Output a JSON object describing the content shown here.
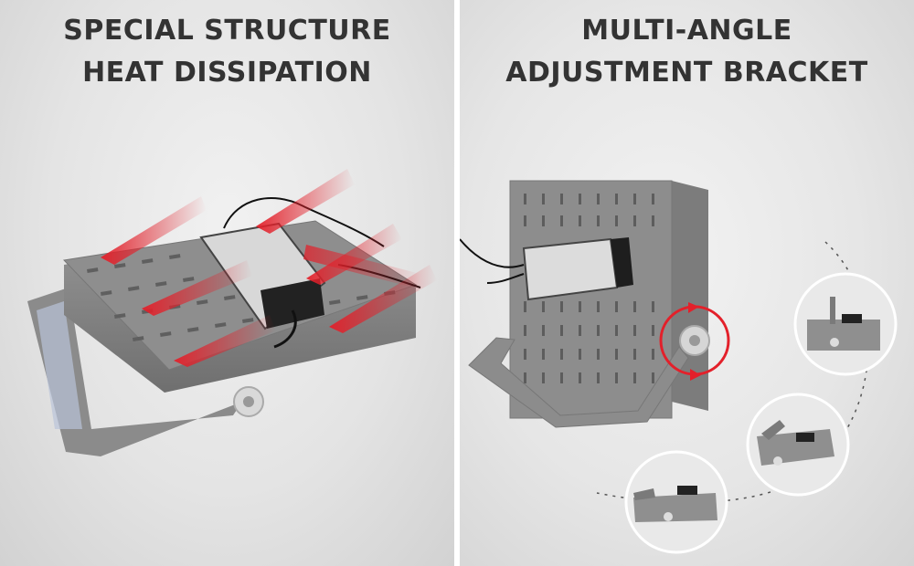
{
  "left_panel": {
    "title_line1": "SPECIAL STRUCTURE",
    "title_line2": "HEAT DISSIPATION"
  },
  "right_panel": {
    "title_line1": "MULTI-ANGLE",
    "title_line2": "ADJUSTMENT BRACKET"
  },
  "colors": {
    "heat_arrow": "#e3202a",
    "housing": "#8a8a8a",
    "headline": "#333333"
  }
}
